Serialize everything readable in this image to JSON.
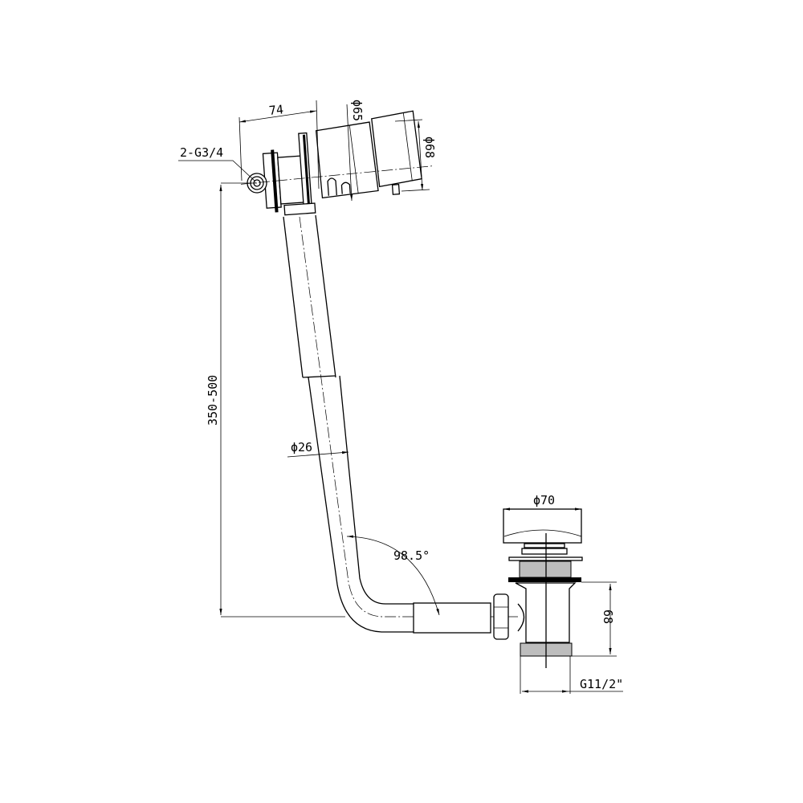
{
  "dimensions": {
    "inlet_thread": "2-G3/4",
    "overflow_depth": "74",
    "overflow_diameter_inner": "ϕ65",
    "overflow_diameter_outer": "ϕ68",
    "height_range": "350-500",
    "pipe_diameter": "ϕ26",
    "bend_angle": "98.5°",
    "plug_diameter": "ϕ70",
    "waste_height": "68",
    "outlet_thread": "G11/2\""
  },
  "colors": {
    "line": "#000000",
    "thread_fill": "#bdbdbd",
    "background": "#ffffff"
  }
}
